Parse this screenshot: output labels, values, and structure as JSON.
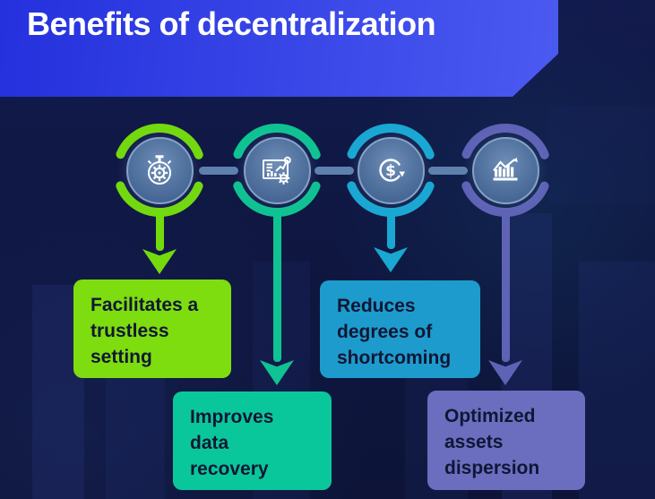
{
  "title": "Benefits of decentralization",
  "theme": {
    "header_gradient_start": "#2431dd",
    "header_gradient_end": "#4c5bf1",
    "background_color": "#0f1742",
    "connector_color": "#5e80ad",
    "box_text_color": "#101734",
    "icon_color": "#ffffff"
  },
  "nodes": [
    {
      "label": "Facilitates a\ntrustless\nsetting",
      "icon": "stopwatch-gear-icon",
      "ring_color": "#74da0d",
      "box_color": "#7edd0e"
    },
    {
      "label": "Improves\ndata\nrecovery",
      "icon": "chart-board-gear-icon",
      "ring_color": "#0fc392",
      "box_color": "#0ac79b"
    },
    {
      "label": "Reduces\ndegrees of\nshortcoming",
      "icon": "dollar-refresh-icon",
      "ring_color": "#1aa8d3",
      "box_color": "#1e9bcd"
    },
    {
      "label": "Optimized\nassets\ndispersion",
      "icon": "growth-bar-chart-icon",
      "ring_color": "#5f63b6",
      "box_color": "#6b6dbf"
    }
  ]
}
